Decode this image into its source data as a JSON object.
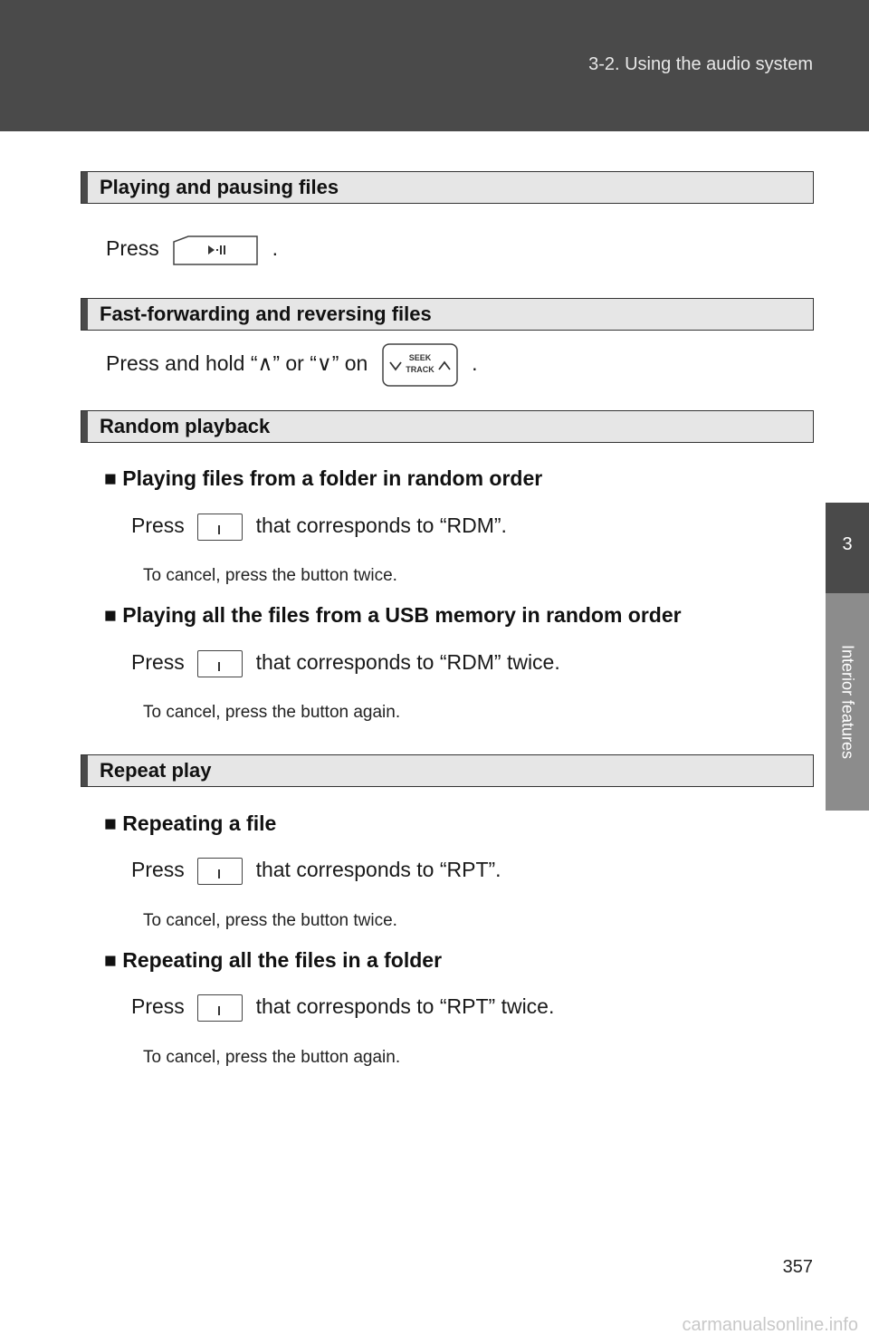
{
  "header": {
    "breadcrumb": "3-2. Using the audio system"
  },
  "side_tab": {
    "chapter_number": "3",
    "chapter_title": "Interior features"
  },
  "sections": [
    {
      "title": "Playing and pausing files",
      "instruction_press": "Press",
      "instruction_end": "."
    },
    {
      "title": "Fast-forwarding and reversing files",
      "instruction": "Press and hold “∧” or “∨” on",
      "instruction_end": ".",
      "seek_label_1": "SEEK",
      "seek_label_2": "TRACK"
    },
    {
      "title": "Random playback",
      "items": [
        {
          "heading": "■ Playing files from a folder in random order",
          "press": "Press",
          "action": "that corresponds to “RDM”.",
          "note": "To cancel, press the button twice."
        },
        {
          "heading": "■ Playing all the files from a USB memory in random order",
          "press": "Press",
          "action": "that corresponds to “RDM” twice.",
          "note": "To cancel, press the button again."
        }
      ]
    },
    {
      "title": "Repeat play",
      "items": [
        {
          "heading": "■ Repeating a file",
          "press": "Press",
          "action": "that corresponds to “RPT”.",
          "note": "To cancel, press the button twice."
        },
        {
          "heading": "■ Repeating all the files in a folder",
          "press": "Press",
          "action": "that corresponds to “RPT” twice.",
          "note": "To cancel, press the button again."
        }
      ]
    }
  ],
  "footer": {
    "page_number": "357",
    "watermark": "carmanualsonline.info"
  }
}
